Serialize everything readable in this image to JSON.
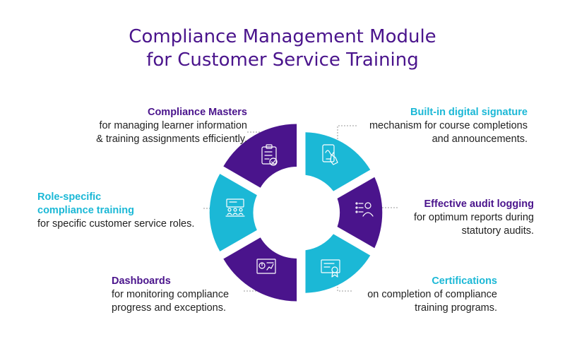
{
  "title": {
    "line1": "Compliance Management Module",
    "line2": "for Customer Service Training"
  },
  "colors": {
    "title": "#4a148c",
    "purple": "#4a148c",
    "cyan": "#1bb8d6",
    "text": "#222222"
  },
  "features": [
    {
      "heading": "Compliance Masters",
      "lines": [
        "for managing learner information",
        "& training assignments efficiently."
      ],
      "icon": "clipboard-check-icon",
      "color": "purple"
    },
    {
      "heading": "Built-in digital signature",
      "lines": [
        "mechanism for course completions",
        "and announcements."
      ],
      "icon": "tablet-signature-icon",
      "color": "cyan"
    },
    {
      "heading_lines": [
        "Role-specific",
        "compliance training"
      ],
      "lines": [
        "for specific customer service roles."
      ],
      "icon": "classroom-icon",
      "color": "cyan"
    },
    {
      "heading": "Effective audit logging",
      "lines": [
        "for optimum reports during",
        "statutory audits."
      ],
      "icon": "audit-log-icon",
      "color": "purple"
    },
    {
      "heading": "Dashboards",
      "lines": [
        "for monitoring compliance",
        "progress and exceptions."
      ],
      "icon": "dashboard-icon",
      "color": "purple"
    },
    {
      "heading": "Certifications",
      "lines": [
        "on completion of compliance",
        "training programs."
      ],
      "icon": "certificate-icon",
      "color": "cyan"
    }
  ]
}
